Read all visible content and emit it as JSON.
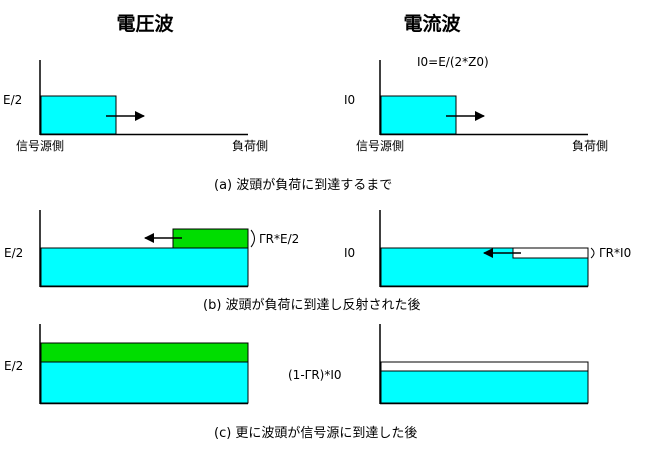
{
  "titles": {
    "voltage": "電圧波",
    "current": "電流波"
  },
  "formula": "I0=E/(2*Z0)",
  "axis_labels": {
    "source": "信号源側",
    "load": "負荷側"
  },
  "levels": {
    "e2": "E/2",
    "i0": "I0",
    "reduced_current": "(1-ΓR)*I0"
  },
  "reflection": {
    "voltage": "ΓR*E/2",
    "current": "ΓR*I0"
  },
  "captions": {
    "a": "(a) 波頭が負荷に到達するまで",
    "b": "(b) 波頭が負荷に到達し反射された後",
    "c": "(c) 更に波頭が信号源に到達した後"
  },
  "colors": {
    "incident": "#00ffff",
    "reflected_voltage": "#00dd00",
    "reflected_current": "#ffffff",
    "line": "#000000"
  }
}
